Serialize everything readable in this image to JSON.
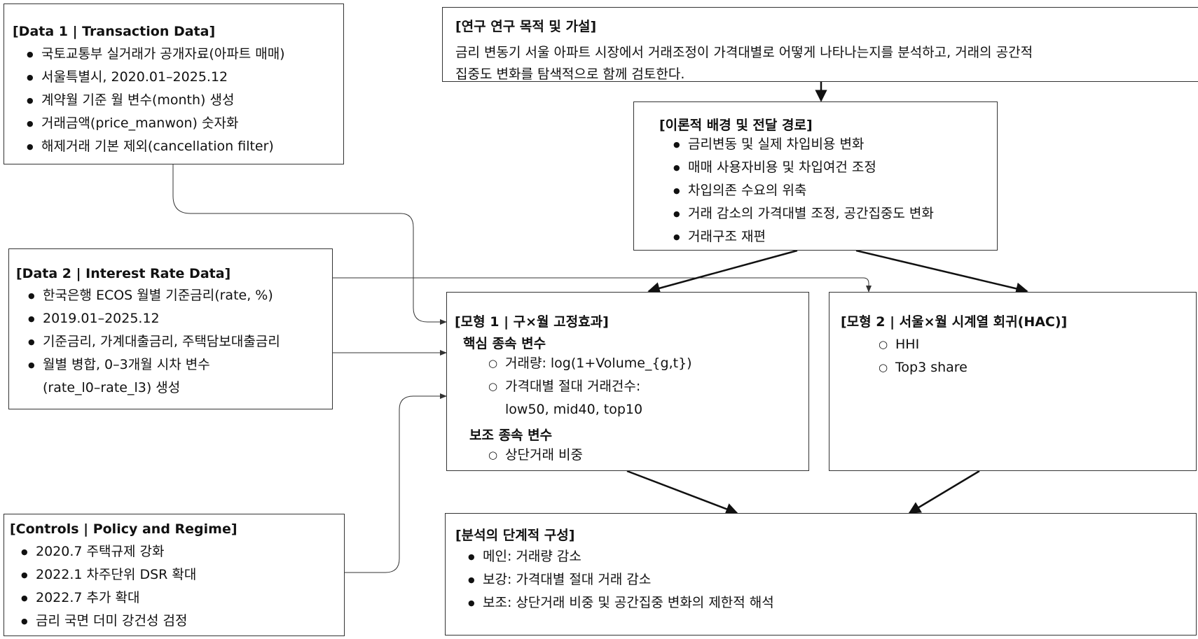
{
  "data1": {
    "title": "[Data 1 | Transaction Data]",
    "items": [
      "국토교통부 실거래가 공개자료(아파트 매매)",
      "서울특별시, 2020.01–2025.12",
      "계약월 기준 월 변수(month) 생성",
      "거래금액(price_manwon) 숫자화",
      "해제거래 기본 제외(cancellation filter)"
    ]
  },
  "data2": {
    "title": "[Data 2 | Interest Rate Data]",
    "items": [
      "한국은행 ECOS 월별 기준금리(rate, %)",
      "2019.01–2025.12",
      "기준금리, 가계대출금리, 주택담보대출금리",
      "월별 병합, 0–3개월 시차 변수"
    ],
    "continuation": "(rate_l0–rate_l3) 생성"
  },
  "controls": {
    "title": "[Controls | Policy and Regime]",
    "items": [
      "2020.7 주택규제 강화",
      "2022.1 차주단위 DSR 확대",
      "2022.7 추가 확대",
      "금리 국면 더미 강건성 검정"
    ]
  },
  "purpose": {
    "title": "[연구 연구 목적 및 가설]",
    "lines": [
      "금리 변동기 서울 아파트 시장에서 거래조정이 가격대별로 어떻게 나타나는지를 분석하고, 거래의 공간적",
      "집중도 변화를 탐색적으로 함께 검토한다."
    ]
  },
  "theory": {
    "title": "[이론적 배경 및 전달 경로]",
    "items": [
      "금리변동 및 실제 차입비용 변화",
      "매매 사용자비용 및 차입여건 조정",
      "차입의존 수요의 위축",
      "거래 감소의 가격대별 조정, 공간집중도 변화",
      "거래구조 재편"
    ]
  },
  "model1": {
    "title": "[모형 1 | 구×월 고정효과]",
    "core_heading": "핵심 종속 변수",
    "core_items": [
      "거래량: log(1+Volume_{g,t})",
      "가격대별 절대 거래건수:"
    ],
    "core_continuation": "low50, mid40, top10",
    "aux_heading": "보조 종속 변수",
    "aux_items": [
      "상단거래 비중"
    ]
  },
  "model2": {
    "title": "[모형 2 | 서울×월 시계열 회귀(HAC)]",
    "items": [
      "HHI",
      "Top3 share"
    ]
  },
  "stages": {
    "title": "[분석의 단계적 구성]",
    "items": [
      "메인: 거래량 감소",
      "보강: 가격대별 절대 거래 감소",
      "보조: 상단거래 비중 및 공간집중 변화의 제한적 해석"
    ]
  },
  "colors": {
    "border": "#333333",
    "arrow": "#111111",
    "text": "#111111"
  }
}
